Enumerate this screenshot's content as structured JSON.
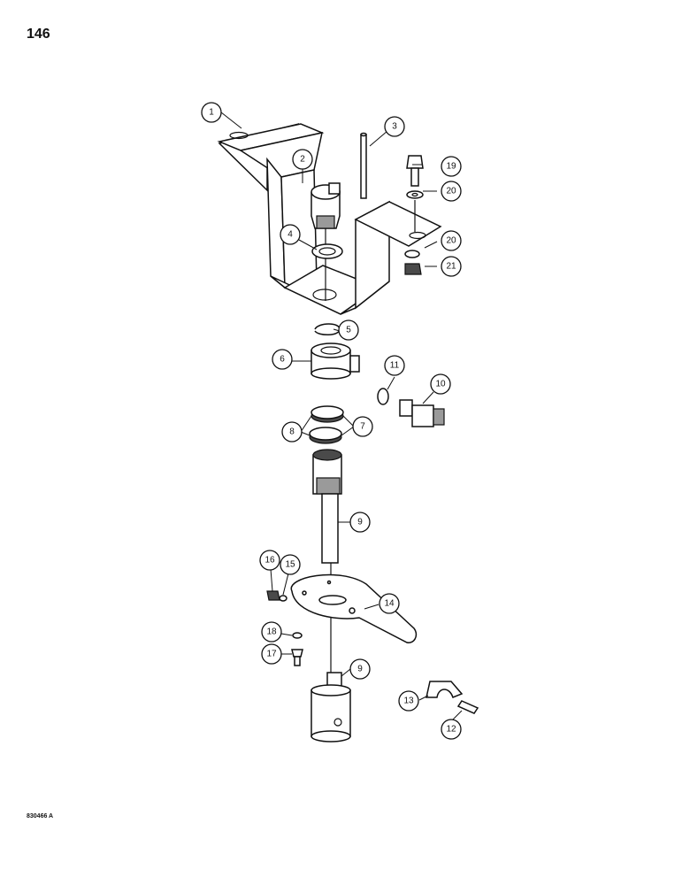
{
  "page_number": "146",
  "figure_code": "830466 A",
  "callouts": [
    "1",
    "2",
    "3",
    "19",
    "20",
    "4",
    "20",
    "21",
    "5",
    "6",
    "11",
    "10",
    "8",
    "7",
    "9",
    "16",
    "15",
    "14",
    "18",
    "17",
    "9",
    "13",
    "12"
  ]
}
